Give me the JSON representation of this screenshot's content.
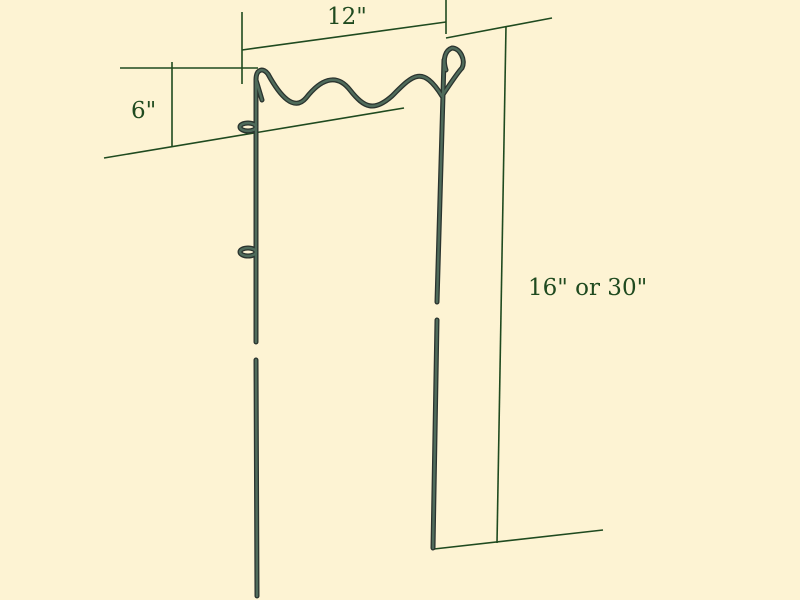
{
  "labels": {
    "width": "12\"",
    "height": "6\"",
    "length": "16\" or 30\""
  },
  "colors": {
    "background": "#fdf3d3",
    "dimension_lines": "#1f4a1f",
    "rod": "#4f6b5b",
    "rod_outline": "#2a332e"
  }
}
